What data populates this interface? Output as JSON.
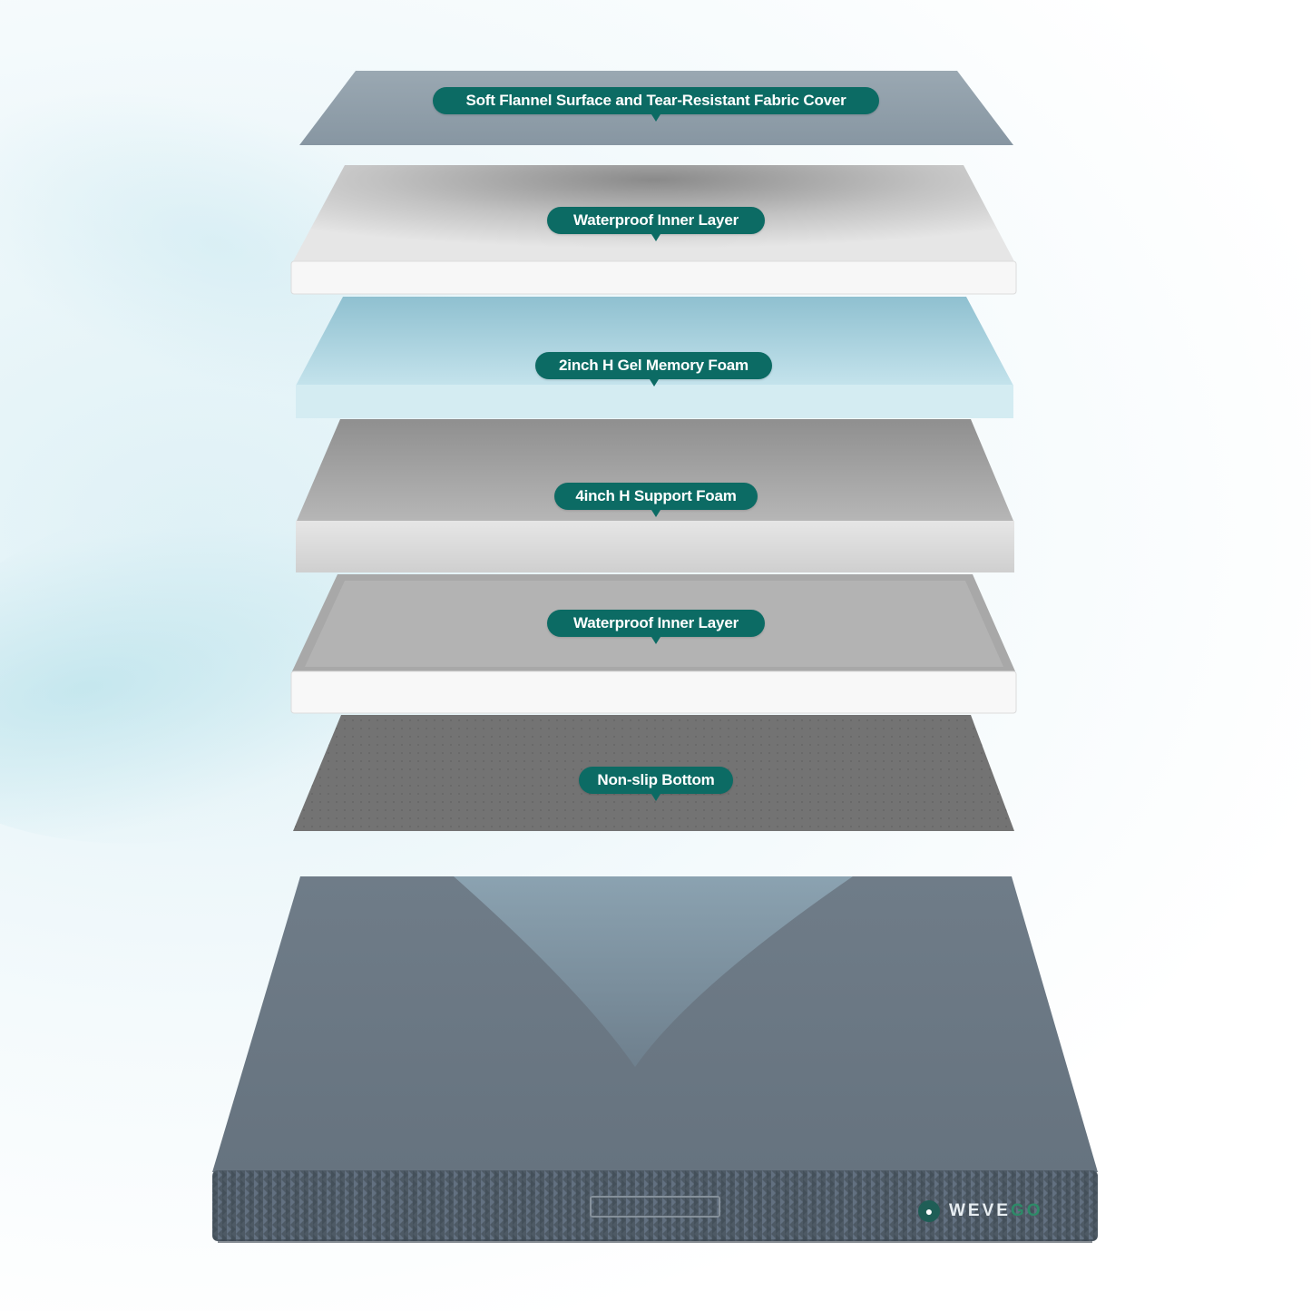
{
  "layers": [
    {
      "label": "Soft Flannel Surface and Tear-Resistant Fabric Cover"
    },
    {
      "label": "Waterproof Inner Layer"
    },
    {
      "label": "2inch H Gel Memory Foam"
    },
    {
      "label": "4inch H Support Foam"
    },
    {
      "label": "Waterproof Inner Layer"
    },
    {
      "label": "Non-slip Bottom"
    }
  ],
  "brand": {
    "name": "WEVE",
    "suffix": "GO",
    "icon": "paw-icon"
  },
  "colors": {
    "tag_bg": "#0c6b64",
    "mattress": "#5d6b76",
    "gel": "#a9d3df"
  }
}
